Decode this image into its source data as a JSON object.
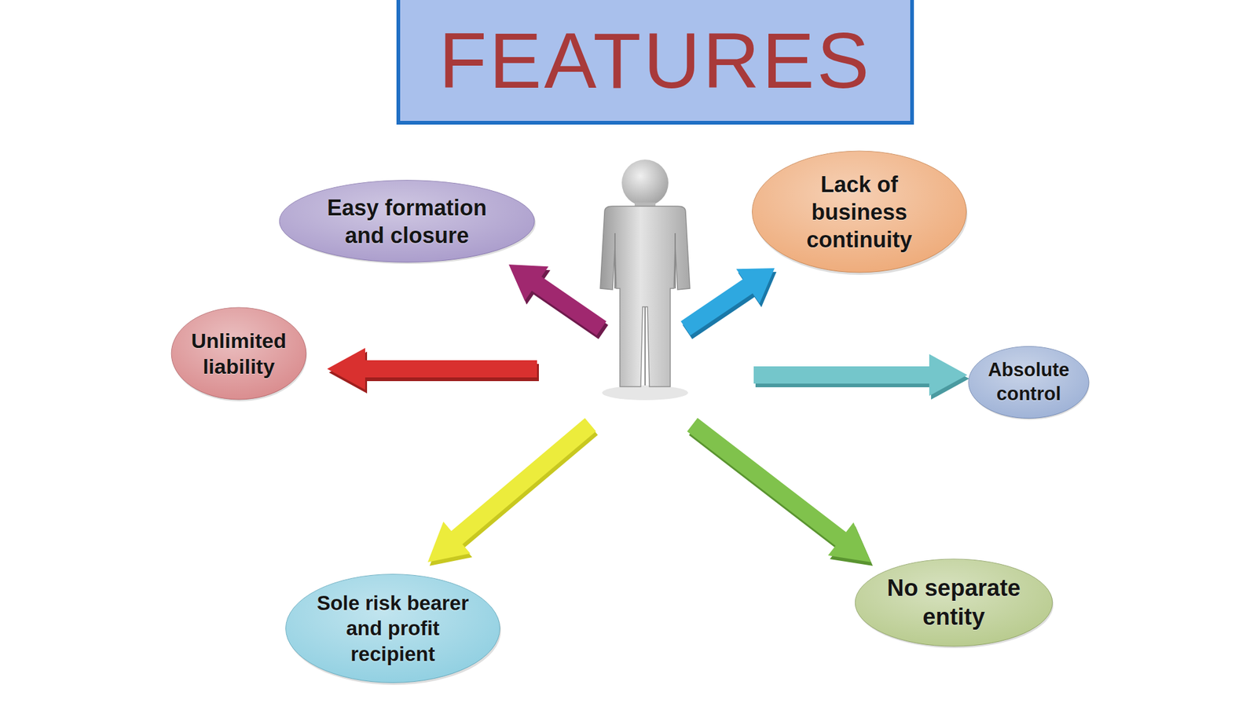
{
  "diagram": {
    "title": "FEATURES",
    "nodes": [
      {
        "text": [
          "Easy formation and closure"
        ]
      },
      {
        "text": [
          "Lack of business continuity"
        ]
      },
      {
        "text": [
          "Unlimited liability"
        ]
      },
      {
        "text": [
          "Absolute control"
        ]
      },
      {
        "text": [
          "Sole risk bearer and profit recipient"
        ]
      },
      {
        "text": [
          "No separate entity"
        ]
      }
    ]
  }
}
